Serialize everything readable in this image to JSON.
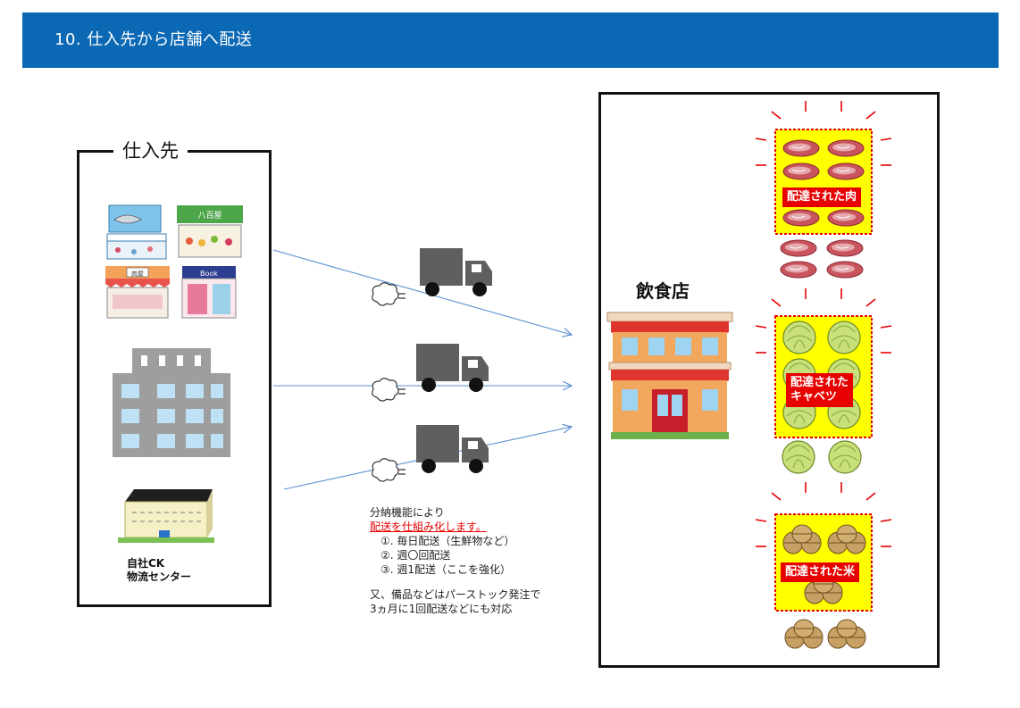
{
  "header": {
    "title": "10. 仕入先から店舗へ配送"
  },
  "suppliers": {
    "title": "仕入先",
    "ck_line1": "自社CK",
    "ck_line2": "物流センター",
    "shop_signs": {
      "veg": "八百屋",
      "meat": "肉屋",
      "book": "Book"
    }
  },
  "restaurant": {
    "title": "飲食店",
    "callouts": {
      "meat": "配達された肉",
      "cabbage_line1": "配達された",
      "cabbage_line2": "キャベツ",
      "rice": "配達された米"
    }
  },
  "note": {
    "line1": "分納機能により",
    "line2": "配送を仕組み化します。",
    "item1": "①. 毎日配送（生鮮物など）",
    "item2": "②. 週〇回配送",
    "item3": "③. 週1配送（ここを強化）",
    "line6": "又、備品などはパーストック発注で",
    "line7": "3ヵ月に1回配送などにも対応"
  },
  "colors": {
    "header": "#0b68b4",
    "arrow": "#5b8fd1",
    "truck": "#5f5f5f",
    "highlight_fill": "#ffff00",
    "highlight_border": "#e60000",
    "label_red": "#e60000"
  }
}
